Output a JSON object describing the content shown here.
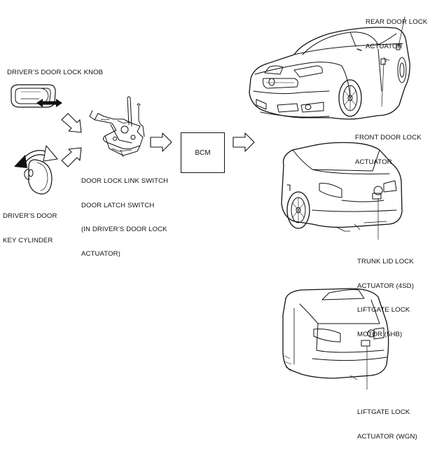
{
  "labels": {
    "drivers_door_lock_knob": "DRIVER’S DOOR LOCK KNOB",
    "drivers_door_key_cylinder": [
      "DRIVER’S DOOR",
      "KEY CYLINDER"
    ],
    "door_lock_link_switch": [
      "DOOR LOCK LINK SWITCH",
      "DOOR LATCH SWITCH",
      "(IN DRIVER’S DOOR LOCK",
      "ACTUATOR)"
    ],
    "bcm": "BCM",
    "rear_door_lock_actuator": [
      "REAR DOOR LOCK",
      "ACTUATOR"
    ],
    "front_door_lock_actuator": [
      "FRONT DOOR LOCK",
      "ACTUATOR"
    ],
    "trunk_lid_lock_actuator": [
      "TRUNK LID LOCK",
      "ACTUATOR (4SD)",
      "LIFTGATE LOCK",
      "MOTOR (5HB)"
    ],
    "liftgate_lock_actuator": [
      "LIFTGATE LOCK",
      "ACTUATOR (WGN)"
    ]
  }
}
